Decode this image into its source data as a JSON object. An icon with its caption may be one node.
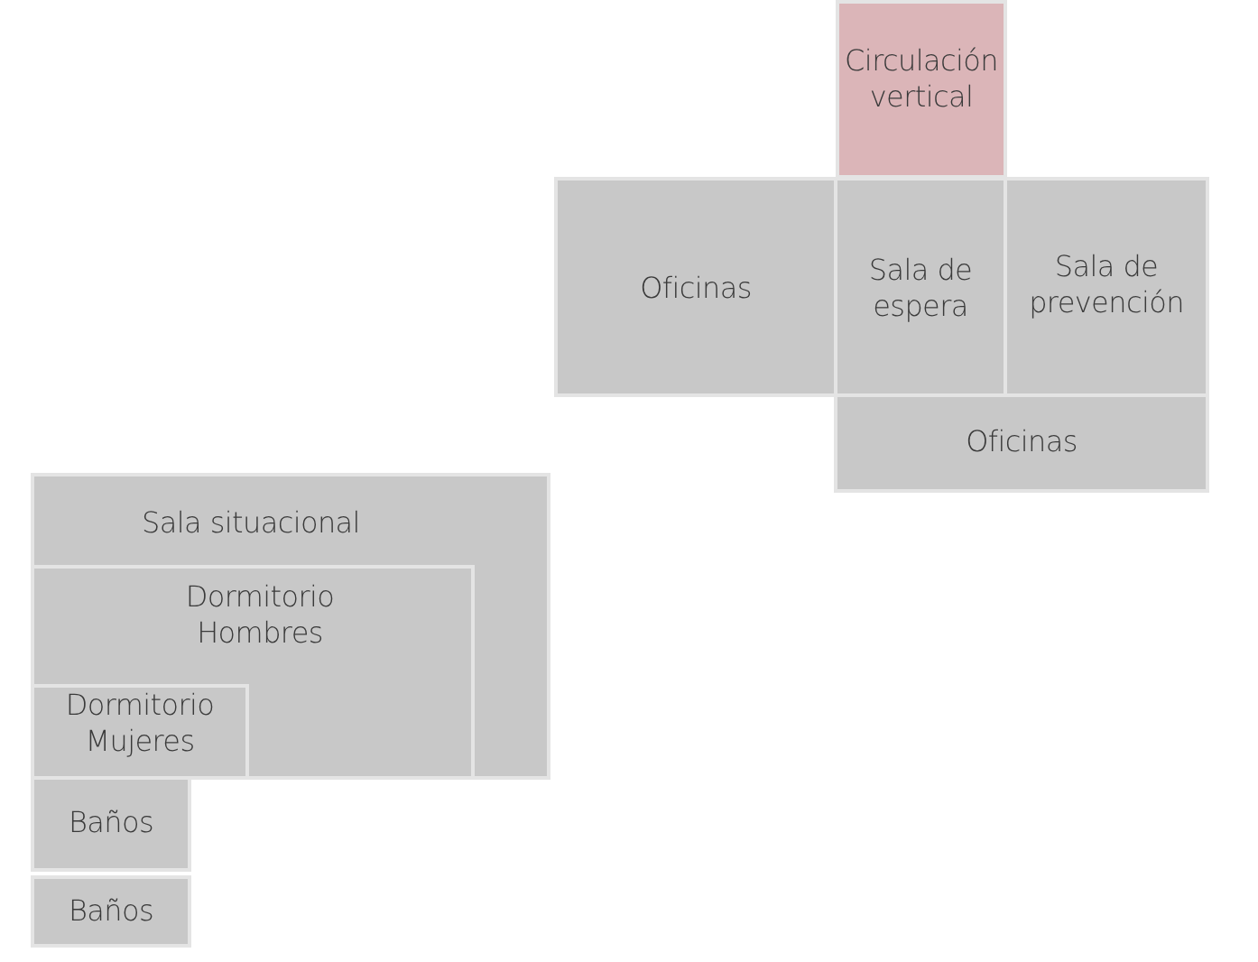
{
  "diagram": {
    "nodes": [
      {
        "text": [
          "Circulación vertical"
        ]
      },
      {
        "text": [
          "Oficinas"
        ]
      },
      {
        "text": [
          "Sala de espera"
        ]
      },
      {
        "text": [
          "Sala de prevención"
        ]
      },
      {
        "text": [
          "Oficinas"
        ]
      },
      {
        "text": [
          "Sala situacional"
        ]
      },
      {
        "text": [
          "Dormitorio Hombres"
        ],
        "in": 5
      },
      {
        "text": [
          "Dormitorio Mujeres"
        ],
        "in": 6
      },
      {
        "text": [
          "Baños"
        ]
      },
      {
        "text": [
          "Baños"
        ]
      }
    ]
  }
}
